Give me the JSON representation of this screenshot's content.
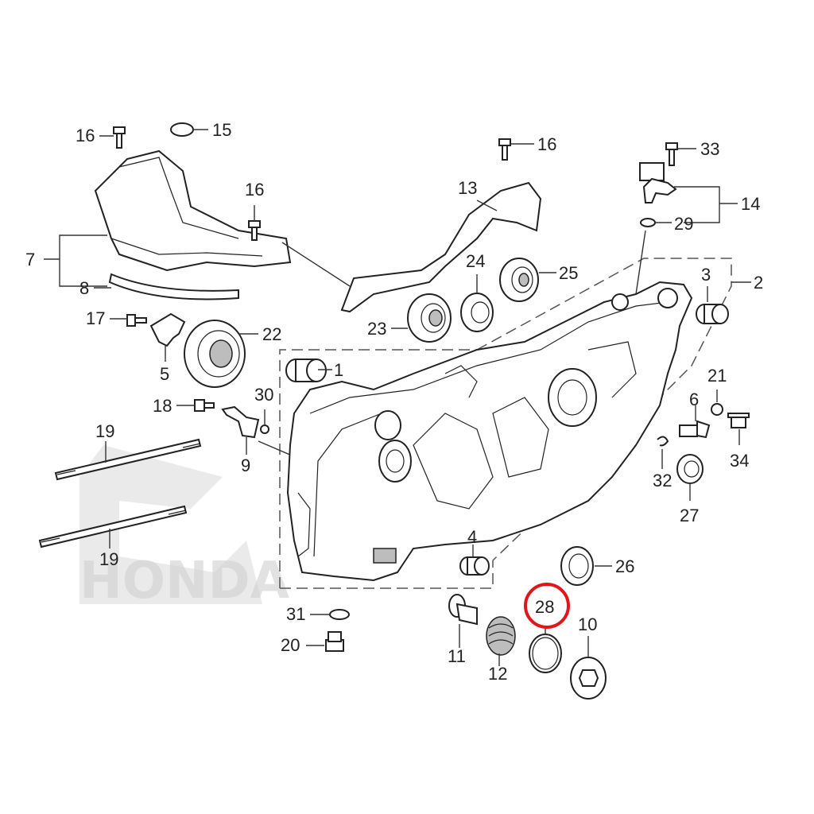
{
  "labels": {
    "l1": "1",
    "l2": "2",
    "l3": "3",
    "l4": "4",
    "l5": "5",
    "l6": "6",
    "l7": "7",
    "l8": "8",
    "l9": "9",
    "l10": "10",
    "l11": "11",
    "l12": "12",
    "l13": "13",
    "l14": "14",
    "l15": "15",
    "l16a": "16",
    "l16b": "16",
    "l16c": "16",
    "l17": "17",
    "l18": "18",
    "l19a": "19",
    "l19b": "19",
    "l20": "20",
    "l21": "21",
    "l22": "22",
    "l23": "23",
    "l24": "24",
    "l25": "25",
    "l26": "26",
    "l27": "27",
    "l28": "28",
    "l29": "29",
    "l30": "30",
    "l31": "31",
    "l32": "32",
    "l33": "33",
    "l34": "34"
  },
  "highlight": {
    "part": "28",
    "color": "#e0161b"
  },
  "watermark": {
    "text": "HONDA",
    "color": "#cccccc"
  }
}
